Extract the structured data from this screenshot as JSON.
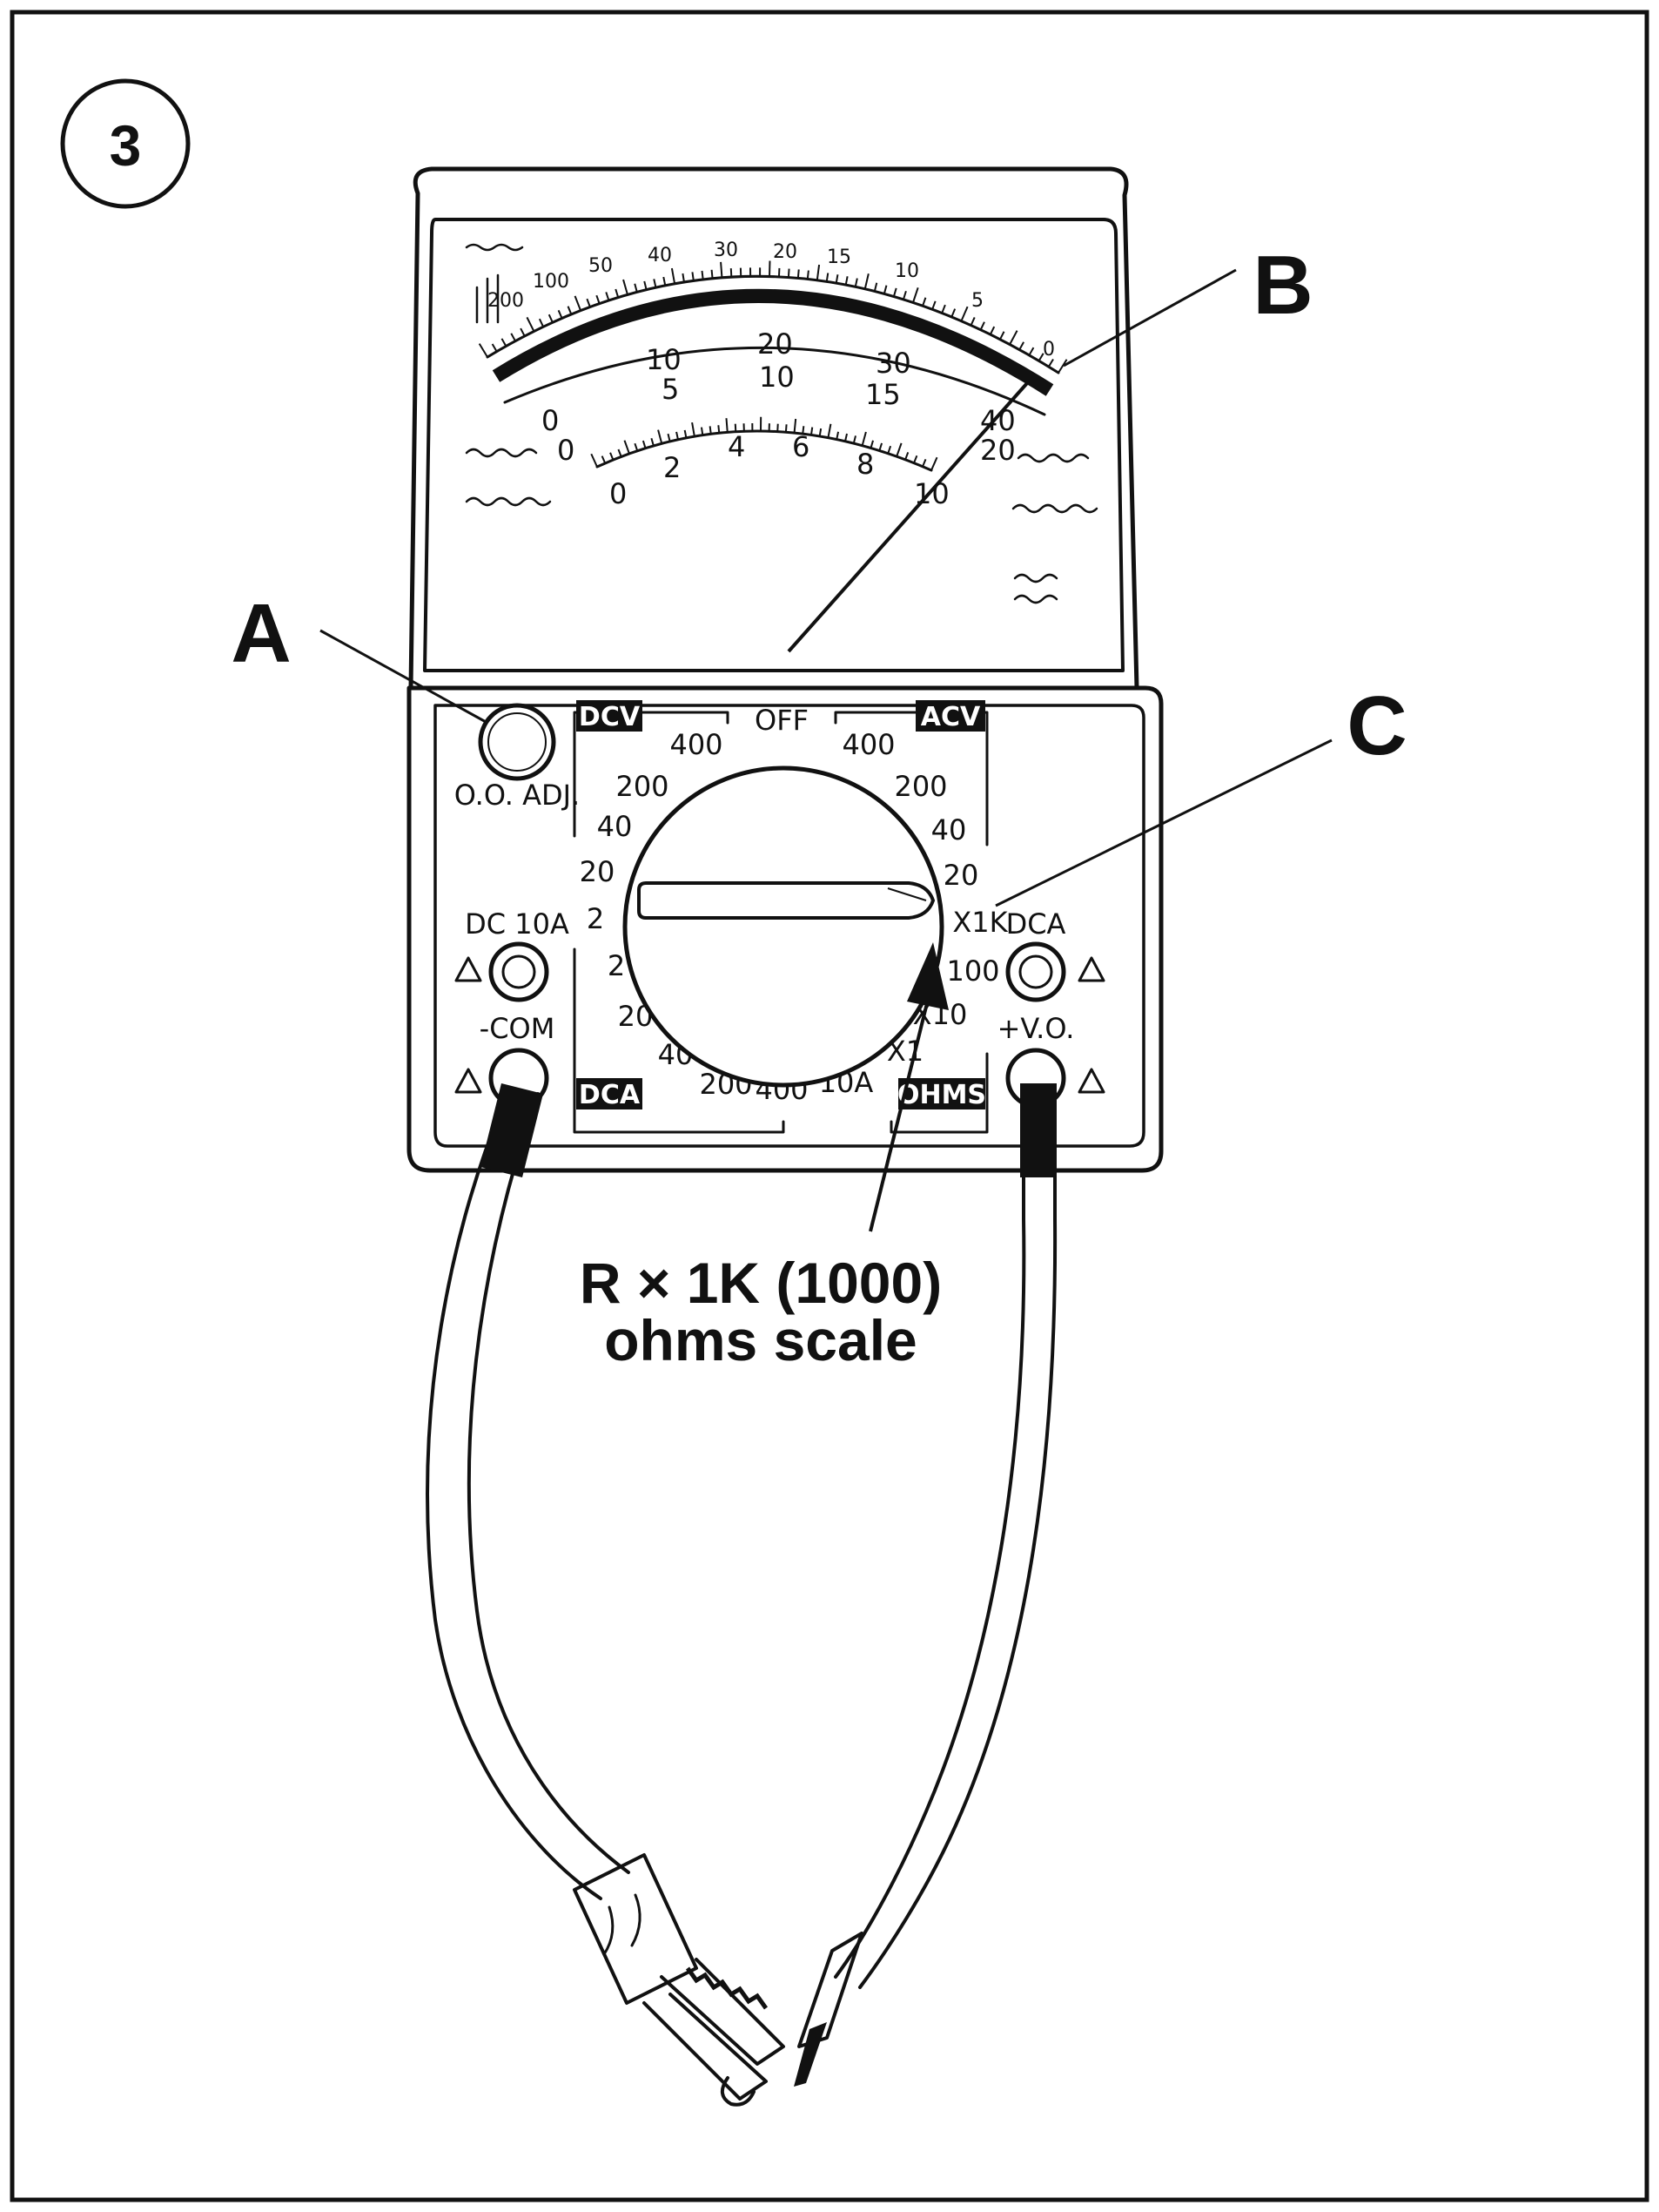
{
  "step_number": "3",
  "callouts": {
    "a": "A",
    "b": "B",
    "c": "C"
  },
  "caption": {
    "line1": "R × 1K (1000)",
    "line2": "ohms scale"
  },
  "meter": {
    "zero_adjust_label": "O.O. ADJ.",
    "scale": {
      "ohms_ticks": [
        "200",
        "100",
        "50",
        "40",
        "30",
        "20",
        "15",
        "10",
        "5",
        "0"
      ],
      "row1": [
        "0",
        "10",
        "20",
        "30",
        "40"
      ],
      "row2": [
        "0",
        "5",
        "10",
        "15",
        "20"
      ],
      "row3": [
        "0",
        "2",
        "4",
        "6",
        "8",
        "10"
      ]
    },
    "panel": {
      "dcv_badge": "DCV",
      "acv_badge": "ACV",
      "dca_badge": "DCA",
      "ohms_badge": "OHMS",
      "off_label": "OFF",
      "dcv_ranges": [
        "400",
        "200",
        "40",
        "20",
        "2"
      ],
      "acv_ranges": [
        "400",
        "200",
        "40",
        "20"
      ],
      "dca_ranges": [
        "2",
        "20",
        "40",
        "200",
        "400",
        "10A"
      ],
      "ohms_ranges": [
        "X1K",
        "100",
        "X10",
        "X1"
      ]
    },
    "jacks": {
      "dc10a_label": "DC 10A",
      "com_label": "-COM",
      "dca_label": "DCA",
      "vo_label": "+V.O."
    }
  }
}
